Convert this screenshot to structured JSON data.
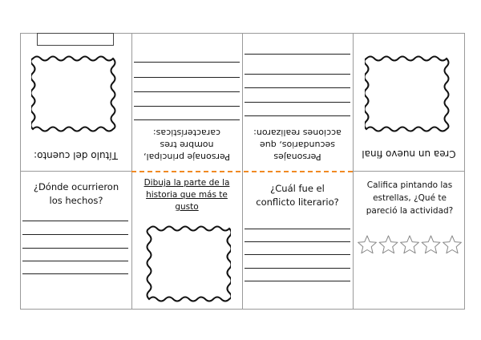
{
  "top_row": {
    "panel1": {
      "title": "Título del cuento:"
    },
    "panel2": {
      "text": "Personaje principal, nombre tres características:"
    },
    "panel3": {
      "text": "Personajes secundarios, que acciones realizaron:"
    },
    "panel4": {
      "text": "Crea un nuevo final"
    }
  },
  "bottom_row": {
    "panel1": {
      "question": "¿Dónde ocurrieron los hechos?"
    },
    "panel2": {
      "instruction": "Dibuja la parte de la historia que más te gusto"
    },
    "panel3": {
      "question": "¿Cuál fue el conflicto literario?"
    },
    "panel4": {
      "text": "Califica pintando las estrellas, ¿Qué te pareció la actividad?",
      "stars": 5
    }
  },
  "colors": {
    "fold_line": "#f08a24",
    "border": "#9a9a9a"
  },
  "icons": [
    "wavy-frame-icon",
    "star-icon"
  ]
}
